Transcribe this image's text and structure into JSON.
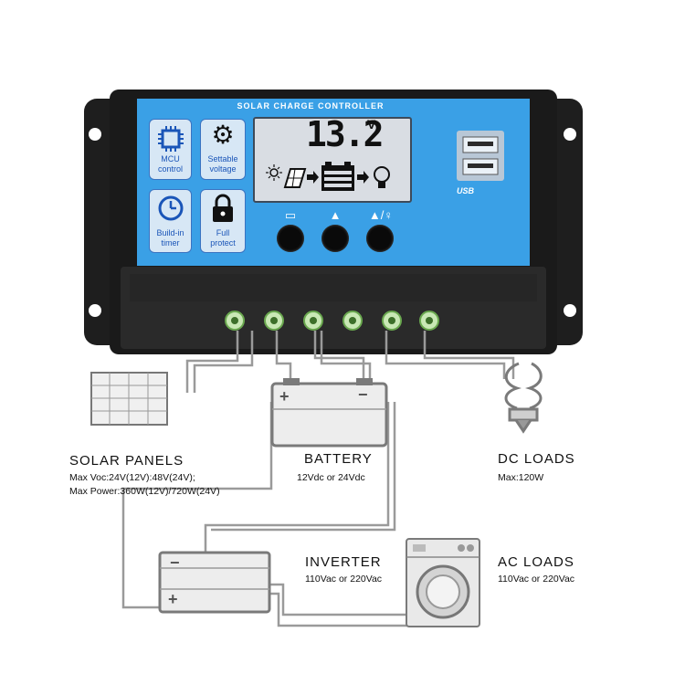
{
  "controller": {
    "title": "SOLAR CHARGE CONTROLLER",
    "display_value": "13.2",
    "display_unit": "V",
    "features": [
      {
        "label_line1": "MCU",
        "label_line2": "control",
        "icon": "chip-icon"
      },
      {
        "label_line1": "Settable",
        "label_line2": "voltage",
        "icon": "gear-icon"
      },
      {
        "label_line1": "Build-in",
        "label_line2": "timer",
        "icon": "clock-icon"
      },
      {
        "label_line1": "Full",
        "label_line2": "protect",
        "icon": "lock-icon"
      }
    ],
    "usb_label": "USB",
    "colors": {
      "panel_blue": "#3aa0e6",
      "body_black": "#1c1c1c",
      "terminal_green": "#6aa84f"
    }
  },
  "labels": {
    "solar": {
      "heading": "SOLAR  PANELS",
      "line1": "Max  Voc:24V(12V):48V(24V);",
      "line2": "Max  Power:360W(12V)/720W(24V)"
    },
    "battery": {
      "heading": "BATTERY",
      "line1": "12Vdc  or  24Vdc"
    },
    "dc_loads": {
      "heading": "DC  LOADS",
      "line1": "Max:120W"
    },
    "inverter": {
      "heading": "INVERTER",
      "line1": "110Vac  or  220Vac"
    },
    "ac_loads": {
      "heading": "AC  LOADS",
      "line1": "110Vac  or  220Vac"
    }
  },
  "symbols": {
    "plus": "+",
    "minus": "−"
  }
}
